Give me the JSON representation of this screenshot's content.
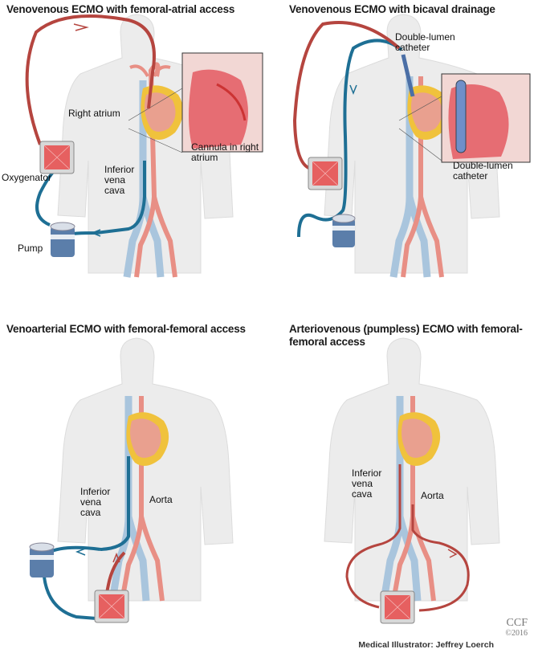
{
  "panels": [
    {
      "title": "Venovenous ECMO with femoral-atrial access",
      "labels": {
        "right_atrium": "Right atrium",
        "cannula": "Cannula in right atrium",
        "oxygenator": "Oxygenator",
        "ivc": "Inferior vena cava",
        "pump": "Pump"
      }
    },
    {
      "title": "Venovenous ECMO with bicaval drainage",
      "labels": {
        "catheter_top": "Double-lumen catheter",
        "catheter_inset": "Double-lumen catheter"
      }
    },
    {
      "title": "Venoarterial ECMO with femoral-femoral access",
      "labels": {
        "ivc": "Inferior vena cava",
        "aorta": "Aorta"
      }
    },
    {
      "title": "Arteriovenous (pumpless) ECMO with femoral-femoral access",
      "labels": {
        "ivc": "Inferior vena cava",
        "aorta": "Aorta"
      }
    }
  ],
  "footer": {
    "credit": "Medical Illustrator: Jeffrey Loerch",
    "logo": "CCF",
    "copyright": "©2016"
  },
  "colors": {
    "oxygenated_tube": "#b5453f",
    "deoxygenated_tube": "#1e6f94",
    "artery": "#e88f85",
    "vein": "#a9c5dd",
    "heart": "#e9a08f",
    "fat": "#f0c23c",
    "body": "#ebebeb"
  }
}
